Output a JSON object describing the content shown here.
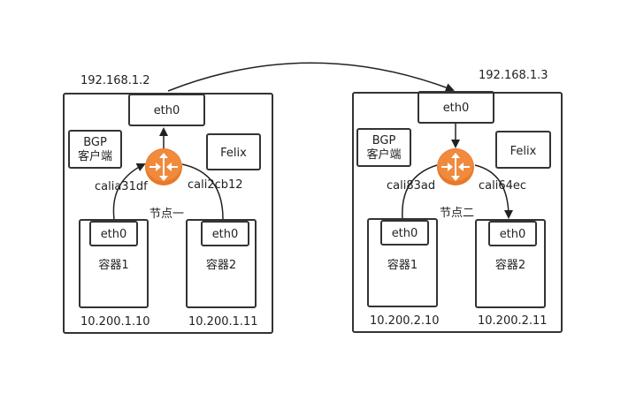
{
  "colors": {
    "router": "#e8792a",
    "line": "#333333",
    "background": "#ffffff"
  },
  "icons": {
    "router": "router-icon"
  },
  "node1": {
    "ip": "192.168.1.2",
    "eth0": "eth0",
    "bgp": "BGP\n客户端",
    "felix": "Felix",
    "name": "节点一",
    "if_left": "calia31df",
    "if_right": "cali2cb12",
    "container_left": {
      "eth0": "eth0",
      "name": "容器1",
      "ip": "10.200.1.10"
    },
    "container_right": {
      "eth0": "eth0",
      "name": "容器2",
      "ip": "10.200.1.11"
    }
  },
  "node2": {
    "ip": "192.168.1.3",
    "eth0": "eth0",
    "bgp": "BGP\n客户端",
    "felix": "Felix",
    "name": "节点二",
    "if_left": "cali83ad",
    "if_right": "cali64ec",
    "container_left": {
      "eth0": "eth0",
      "name": "容器1",
      "ip": "10.200.2.10"
    },
    "container_right": {
      "eth0": "eth0",
      "name": "容器2",
      "ip": "10.200.2.11"
    }
  }
}
